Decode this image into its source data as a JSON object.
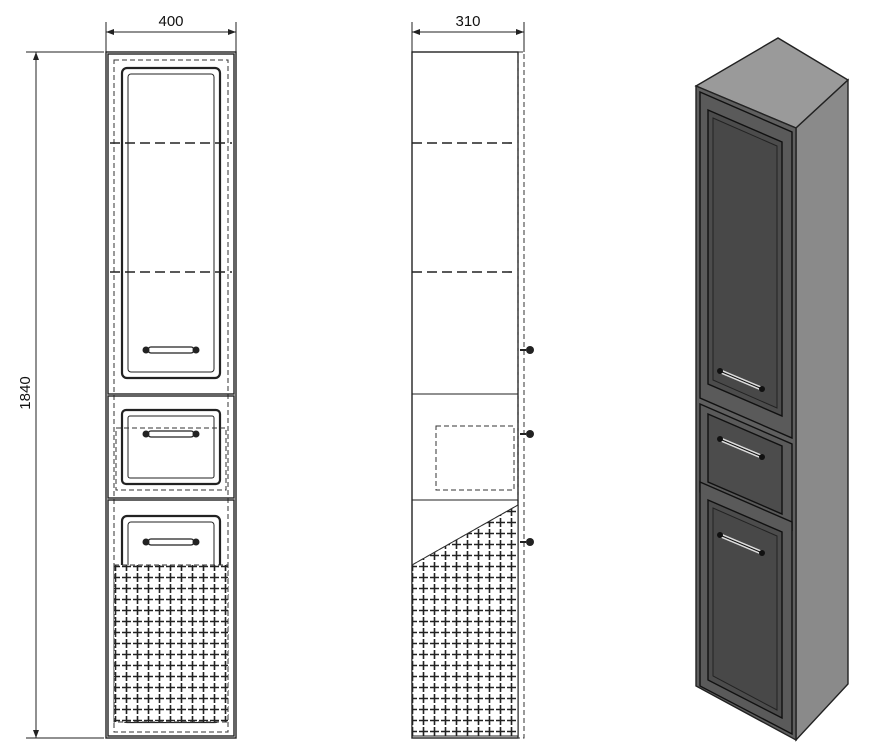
{
  "dimensions": {
    "front_width": "400",
    "side_depth": "310",
    "height": "1840"
  },
  "colors": {
    "line": "#222222",
    "cabinet_front": "#5f5f5f",
    "cabinet_side": "#8a8a8a",
    "cabinet_top": "#9a9a9a",
    "panel_dark": "#4a4a4a"
  }
}
